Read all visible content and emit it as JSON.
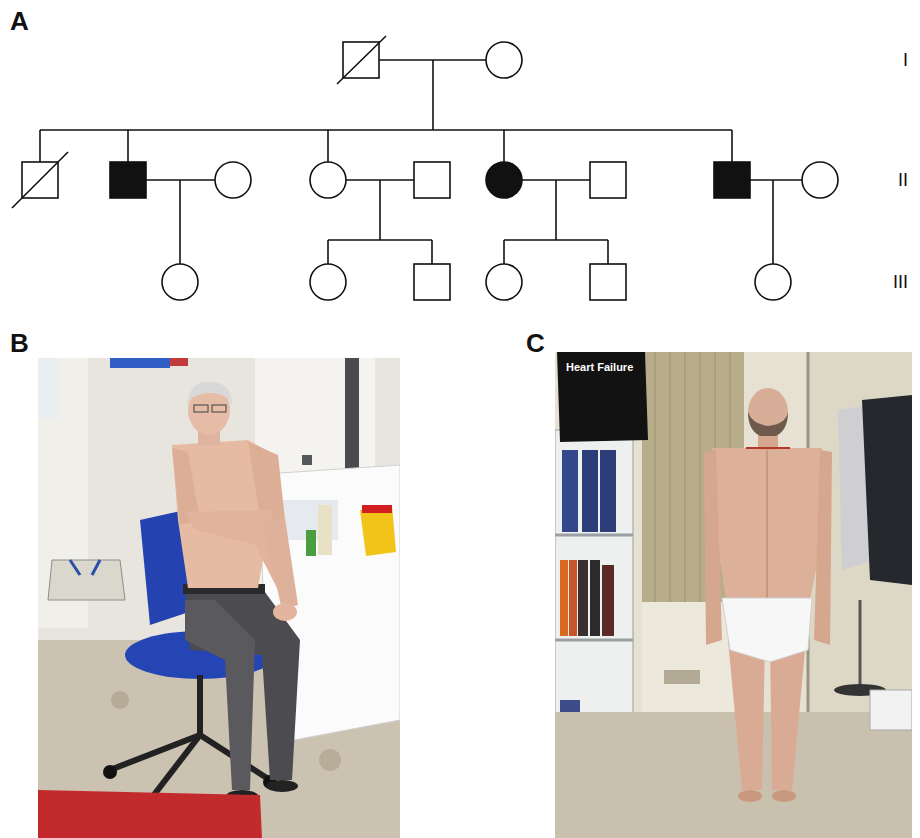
{
  "diagram": {
    "labels": [
      "A",
      "I",
      "II",
      "III",
      "B",
      "C",
      "Heart Failure"
    ]
  }
}
